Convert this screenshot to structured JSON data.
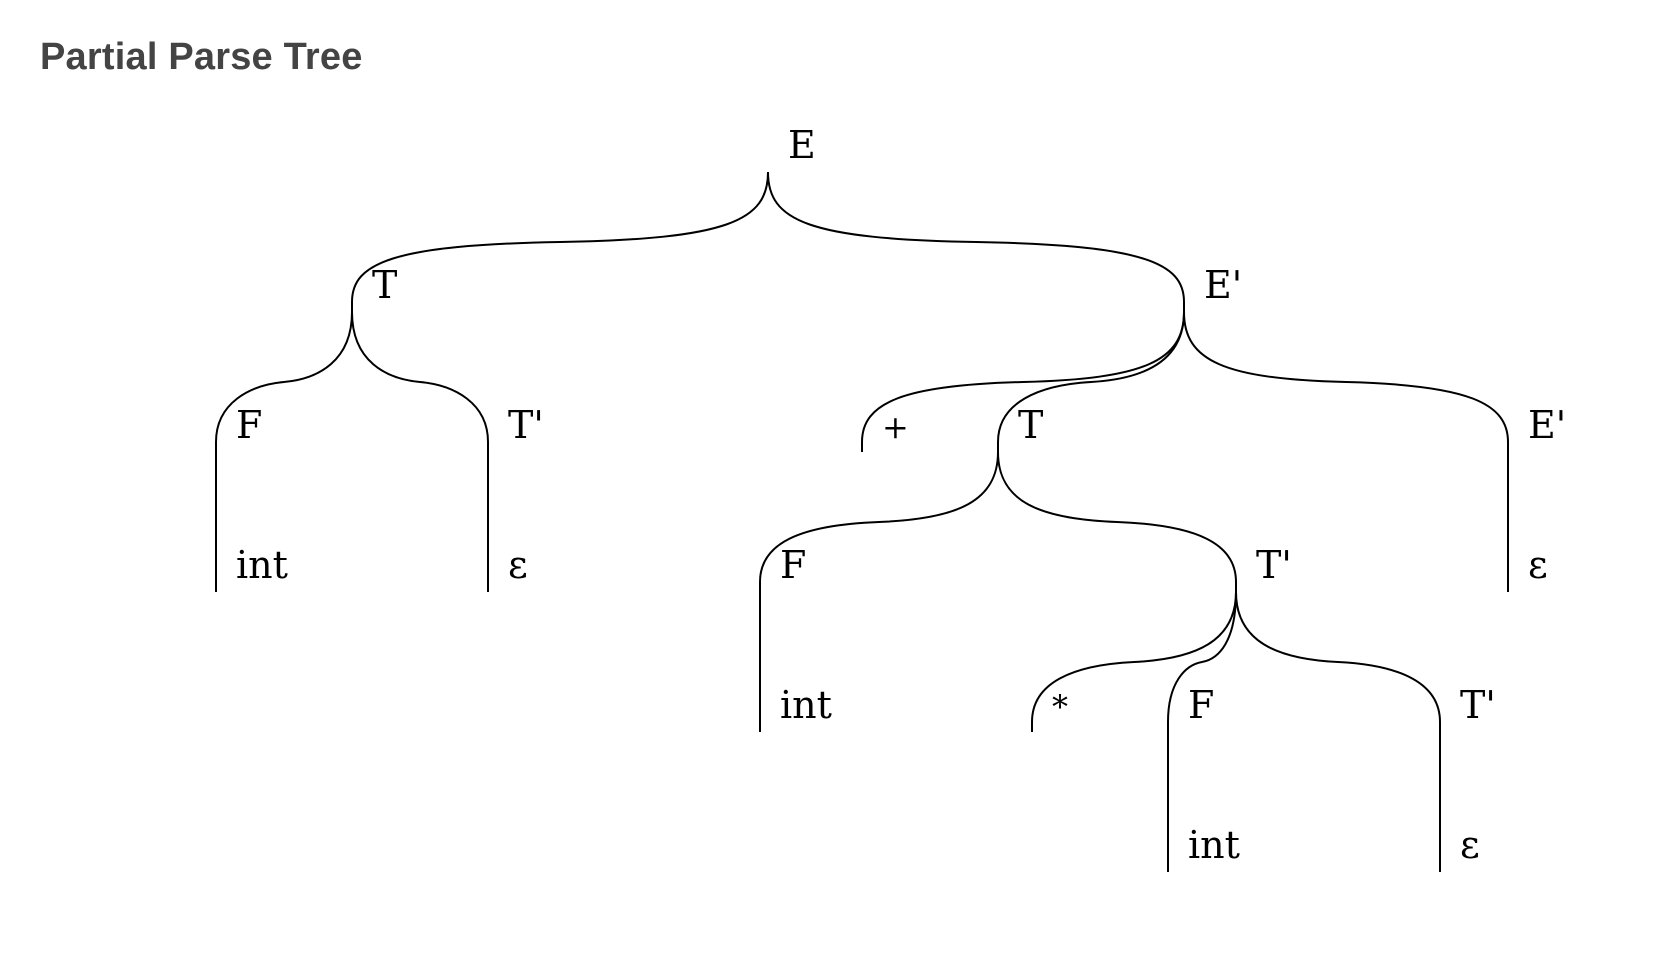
{
  "title": "Partial Parse Tree",
  "tree": {
    "label": "E",
    "children": [
      {
        "label": "T",
        "children": [
          {
            "label": "F",
            "children": [
              {
                "label": "int"
              }
            ]
          },
          {
            "label": "T'",
            "children": [
              {
                "label": "ε"
              }
            ]
          }
        ]
      },
      {
        "label": "E'",
        "children": [
          {
            "label": "+"
          },
          {
            "label": "T",
            "children": [
              {
                "label": "F",
                "children": [
                  {
                    "label": "int"
                  }
                ]
              },
              {
                "label": "T'",
                "children": [
                  {
                    "label": "*"
                  },
                  {
                    "label": "F",
                    "children": [
                      {
                        "label": "int"
                      }
                    ]
                  },
                  {
                    "label": "T'",
                    "children": [
                      {
                        "label": "ε"
                      }
                    ]
                  }
                ]
              }
            ]
          },
          {
            "label": "E'",
            "children": [
              {
                "label": "ε"
              }
            ]
          }
        ]
      }
    ]
  },
  "colors": {
    "title": "#444444",
    "edges": "#000000",
    "labels": "#000000"
  }
}
